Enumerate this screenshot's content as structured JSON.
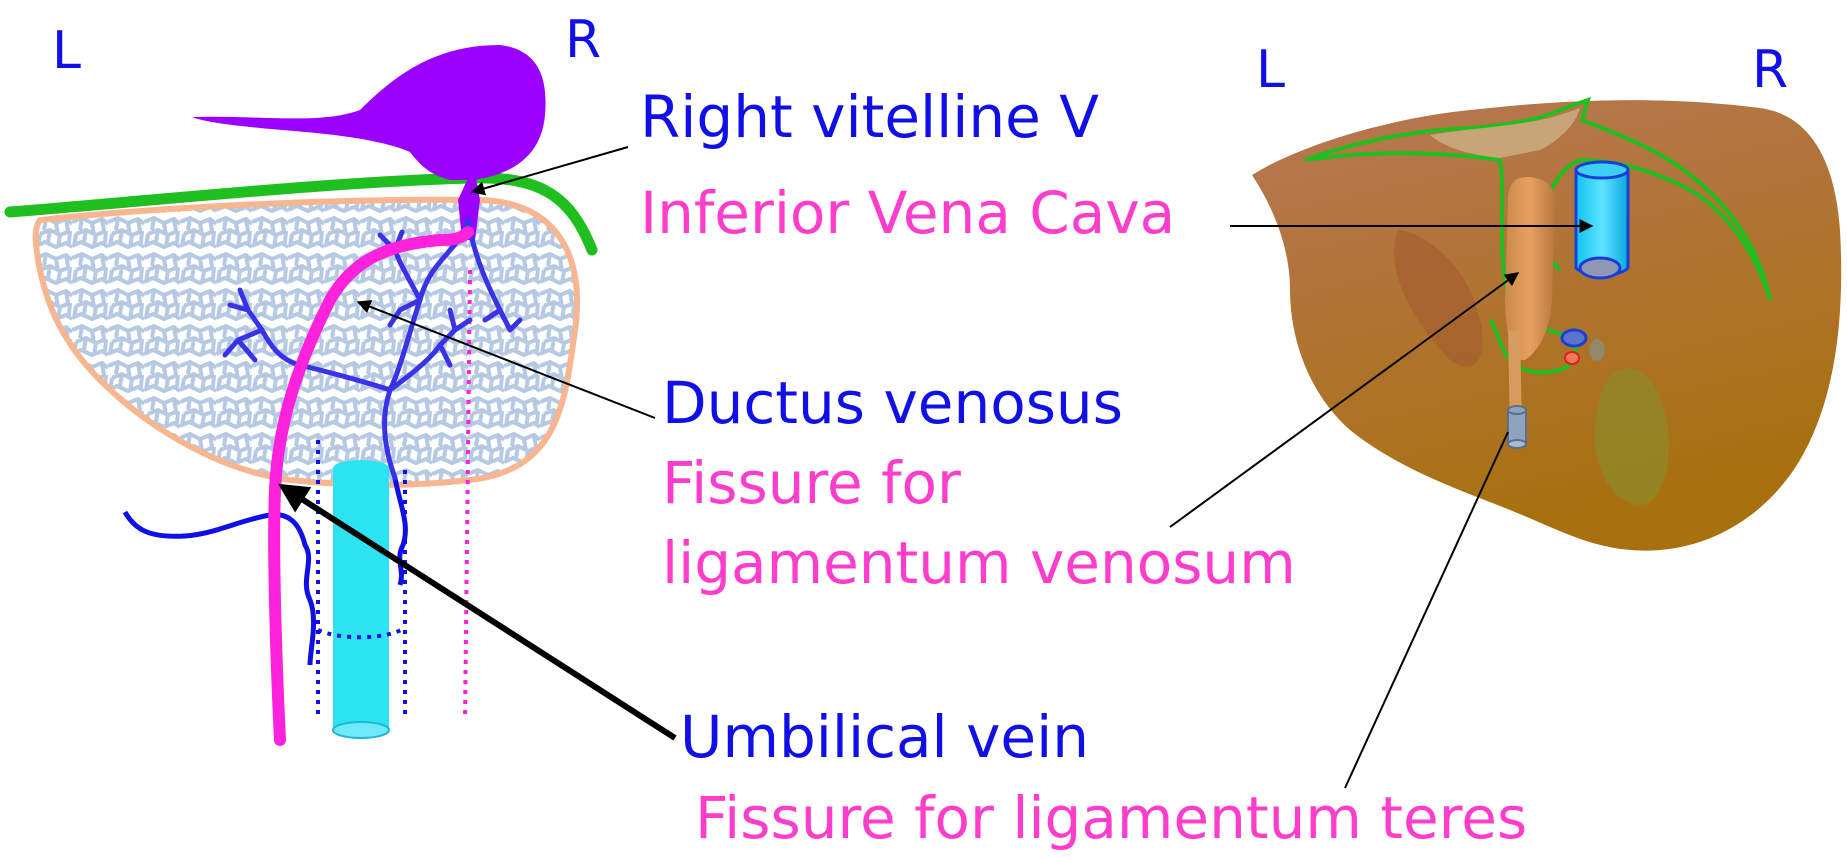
{
  "left_diagram": {
    "side_left": "L",
    "side_right": "R"
  },
  "right_diagram": {
    "side_left": "L",
    "side_right": "R"
  },
  "labels": {
    "right_vitelline": "Right vitelline V",
    "ivc": "Inferior Vena Cava",
    "ductus_venosus": "Ductus venosus",
    "fissure_venosum_line1": "Fissure for",
    "fissure_venosum_line2": "ligamentum venosum",
    "umbilical_vein": "Umbilical vein",
    "fissure_teres": "Fissure for ligamentum teres"
  },
  "colors": {
    "embryo_term": "#1010e6",
    "adult_term": "#ff3dcc",
    "vitelline_sac": "#9b00ff",
    "septum": "#1fbf1f",
    "liver_outline": "#f7b690",
    "liver_cells": "#b5c9e3",
    "umbilical": "#ff22dd",
    "vena_cava": "#2ce3f2",
    "adult_liver": "#b57a45"
  }
}
